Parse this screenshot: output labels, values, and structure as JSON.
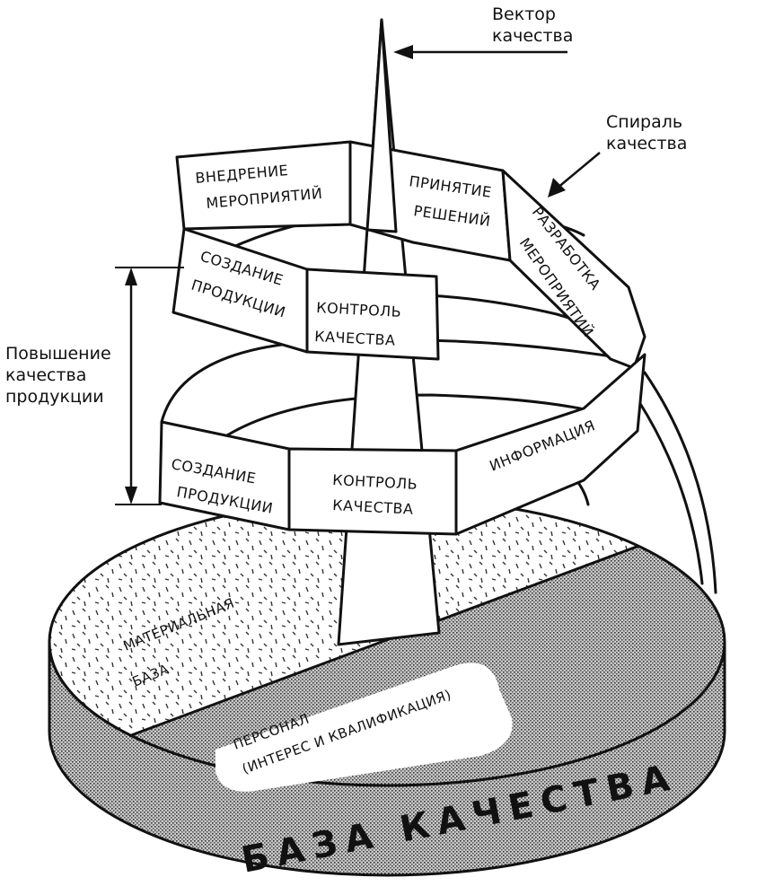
{
  "annotations": {
    "vector_line1": "Вектор",
    "vector_line2": "качества",
    "spiral_line1": "Спираль",
    "spiral_line2": "качества",
    "improve_line1": "Повышение",
    "improve_line2": "качества",
    "improve_line3": "продукции"
  },
  "upper_ring": {
    "seg_implementation_line1": "ВНЕДРЕНИЕ",
    "seg_implementation_line2": "МЕРОПРИЯТИЙ",
    "seg_decisions_line1": "ПРИНЯТИЕ",
    "seg_decisions_line2": "РЕШЕНИЙ",
    "seg_development_line1": "РАЗРАБОТКА",
    "seg_development_line2": "МЕРОПРИЯТИЙ",
    "seg_production_line1": "СОЗДАНИЕ",
    "seg_production_line2": "ПРОДУКЦИИ",
    "seg_control_line1": "КОНТРОЛЬ",
    "seg_control_line2": "КАЧЕСТВА"
  },
  "lower_ring": {
    "seg_production_line1": "СОЗДАНИЕ",
    "seg_production_line2": "ПРОДУКЦИИ",
    "seg_control_line1": "КОНТРОЛЬ",
    "seg_control_line2": "КАЧЕСТВА",
    "seg_information": "ИНФОРМАЦИЯ"
  },
  "base": {
    "material_line1": "МАТЕРИАЛЬНАЯ",
    "material_line2": "БАЗА",
    "personnel_line1": "ПЕРСОНАЛ",
    "personnel_line2": "(ИНТЕРЕС И КВАЛИФИКАЦИЯ)",
    "title": "БАЗА КАЧЕСТВА"
  }
}
